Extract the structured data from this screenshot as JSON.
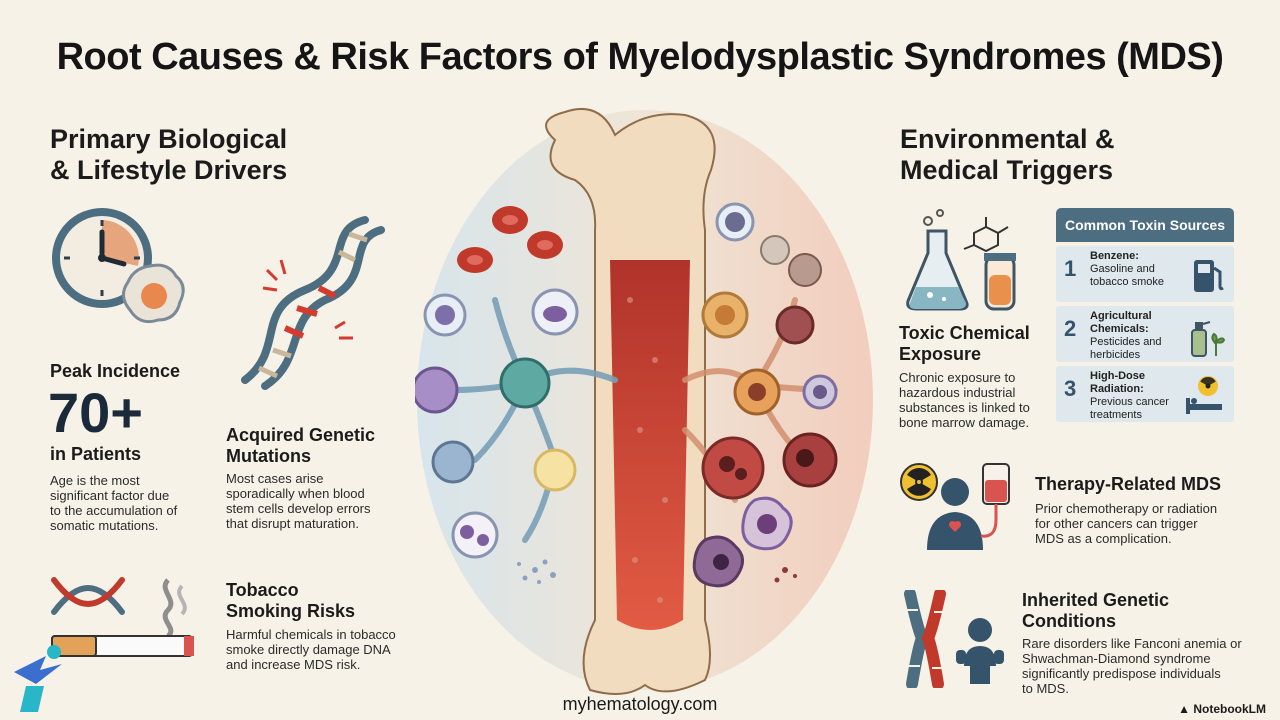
{
  "title": "Root Causes & Risk Factors of Myelodysplastic Syndromes (MDS)",
  "left": {
    "heading_line1": "Primary Biological",
    "heading_line2": "& Lifestyle Drivers",
    "peak": {
      "label": "Peak Incidence",
      "number": "70+",
      "sublabel": "in Patients",
      "desc": [
        "Age is the most",
        "significant factor due",
        "to the accumulation of",
        "somatic mutations."
      ]
    },
    "acquired": {
      "title_line1": "Acquired Genetic",
      "title_line2": "Mutations",
      "desc": [
        "Most cases arise",
        "sporadically when blood",
        "stem cells develop errors",
        "that disrupt maturation."
      ]
    },
    "tobacco": {
      "title_line1": "Tobacco",
      "title_line2": "Smoking Risks",
      "desc": [
        "Harmful chemicals in tobacco",
        "smoke directly damage DNA",
        "and increase MDS risk."
      ]
    }
  },
  "right": {
    "heading_line1": "Environmental &",
    "heading_line2": "Medical Triggers",
    "toxic": {
      "title_line1": "Toxic Chemical",
      "title_line2": "Exposure",
      "desc": [
        "Chronic exposure to",
        "hazardous industrial",
        "substances is linked to",
        "bone marrow damage."
      ]
    },
    "toxin_box": {
      "header": "Common Toxin Sources",
      "items": [
        {
          "num": "1",
          "bold": "Benzene:",
          "text": "Gasoline and tobacco smoke"
        },
        {
          "num": "2",
          "bold": "Agricultural Chemicals:",
          "text": "Pesticides and herbicides"
        },
        {
          "num": "3",
          "bold": "High-Dose Radiation:",
          "text": "Previous cancer treatments"
        }
      ]
    },
    "therapy": {
      "title": "Therapy-Related MDS",
      "desc": [
        "Prior chemotherapy or radiation",
        "for other cancers can trigger",
        "MDS as a complication."
      ]
    },
    "inherited": {
      "title_line1": "Inherited Genetic",
      "title_line2": "Conditions",
      "desc": [
        "Rare disorders like Fanconi anemia or",
        "Shwachman-Diamond syndrome",
        "significantly predispose individuals",
        "to MDS."
      ]
    }
  },
  "footer": {
    "url": "myhematology.com",
    "brand": "NotebookLM"
  },
  "colors": {
    "background": "#f7f2e8",
    "accent_blue": "#4d6e80",
    "marrow_red": "#c0392b",
    "bone": "#f1dcc0"
  },
  "icons": [
    "clock-icon",
    "cell-icon",
    "dna-icon",
    "cigarette-icon",
    "flask-icon",
    "test-tube-icon",
    "fuel-pump-icon",
    "spray-bottle-icon",
    "radiation-icon",
    "iv-bag-icon",
    "chromosome-icon",
    "baby-icon",
    "logo-icon"
  ]
}
